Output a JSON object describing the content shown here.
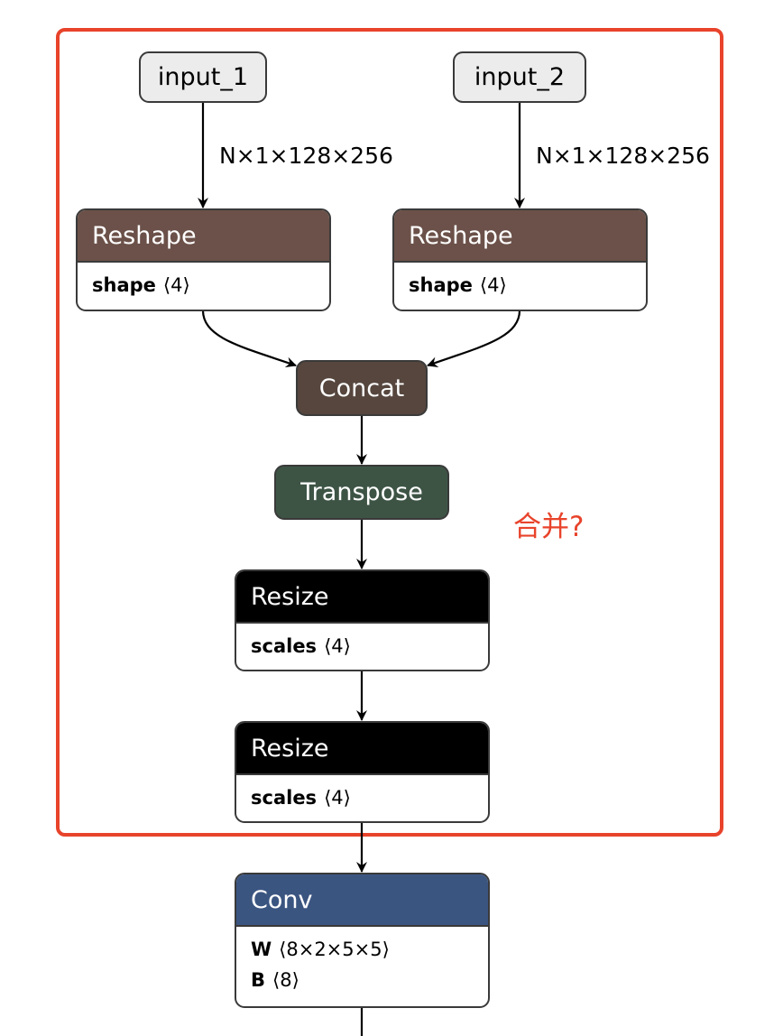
{
  "colors": {
    "frame": "#e8432b",
    "input_bg": "#ececec",
    "reshape": "#6b5149",
    "concat": "#56463e",
    "transpose": "#3d5445",
    "resize": "#000000",
    "conv": "#3b5581",
    "note": "#e8432b"
  },
  "nodes": {
    "input_1": {
      "label": "input_1"
    },
    "input_2": {
      "label": "input_2"
    },
    "reshape_1": {
      "label": "Reshape",
      "attrs": [
        {
          "name": "shape",
          "value": "⟨4⟩"
        }
      ]
    },
    "reshape_2": {
      "label": "Reshape",
      "attrs": [
        {
          "name": "shape",
          "value": "⟨4⟩"
        }
      ]
    },
    "concat": {
      "label": "Concat"
    },
    "transpose": {
      "label": "Transpose"
    },
    "resize_1": {
      "label": "Resize",
      "attrs": [
        {
          "name": "scales",
          "value": "⟨4⟩"
        }
      ]
    },
    "resize_2": {
      "label": "Resize",
      "attrs": [
        {
          "name": "scales",
          "value": "⟨4⟩"
        }
      ]
    },
    "conv": {
      "label": "Conv",
      "attrs": [
        {
          "name": "W",
          "value": "⟨8×2×5×5⟩"
        },
        {
          "name": "B",
          "value": "⟨8⟩"
        }
      ]
    }
  },
  "edges": [
    {
      "from": "input_1",
      "to": "reshape_1",
      "label": "N×1×128×256"
    },
    {
      "from": "input_2",
      "to": "reshape_2",
      "label": "N×1×128×256"
    },
    {
      "from": "reshape_1",
      "to": "concat",
      "label": ""
    },
    {
      "from": "reshape_2",
      "to": "concat",
      "label": ""
    },
    {
      "from": "concat",
      "to": "transpose",
      "label": ""
    },
    {
      "from": "transpose",
      "to": "resize_1",
      "label": ""
    },
    {
      "from": "resize_1",
      "to": "resize_2",
      "label": ""
    },
    {
      "from": "resize_2",
      "to": "conv",
      "label": ""
    },
    {
      "from": "conv",
      "to": "next",
      "label": ""
    }
  ],
  "annotation": {
    "note": "合并?"
  }
}
